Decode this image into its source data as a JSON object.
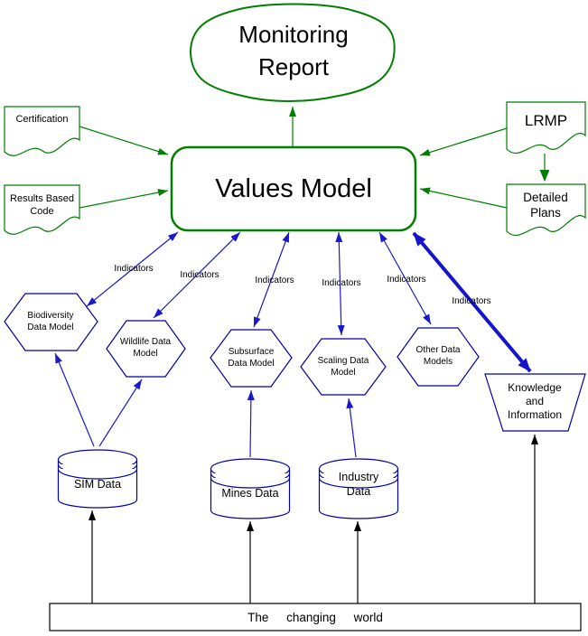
{
  "diagram_title": "Values Model monitoring flow diagram",
  "colors": {
    "flow_green": "#007F00",
    "arrow_blue": "#1A1ACC",
    "shape_outline_blue": "#0000A5",
    "line_black": "#000000",
    "background": "#ffffff"
  },
  "nodes": {
    "monitoring_report": {
      "label": "Monitoring Report",
      "shape": "terminator-cloud"
    },
    "values_model": {
      "label": "Values Model",
      "shape": "rounded-rectangle"
    },
    "certification": {
      "label": "Certification",
      "shape": "document"
    },
    "results_based_code": {
      "label": "Results Based Code",
      "shape": "document"
    },
    "lrmp": {
      "label": "LRMP",
      "shape": "document"
    },
    "detailed_plans": {
      "label": "Detailed Plans",
      "shape": "document"
    },
    "biodiversity_data_model": {
      "label": "Biodiversity Data Model",
      "shape": "hexagon"
    },
    "wildlife_data_model": {
      "label": "Wildlife Data Model",
      "shape": "hexagon"
    },
    "subsurface_data_model": {
      "label": "Subsurface Data Model",
      "shape": "hexagon"
    },
    "scaling_data_model": {
      "label": "Scaling Data Model",
      "shape": "hexagon"
    },
    "other_data_models": {
      "label": "Other Data Models",
      "shape": "hexagon"
    },
    "knowledge_information": {
      "label": "Knowledge and Information",
      "shape": "inverted-trapezoid"
    },
    "sim_data": {
      "label": "SIM Data",
      "shape": "cylinder"
    },
    "mines_data": {
      "label": "Mines Data",
      "shape": "cylinder"
    },
    "industry_data": {
      "label": "Industry Data",
      "shape": "cylinder"
    },
    "changing_world": {
      "label": "The changing world",
      "shape": "rectangle"
    }
  },
  "edges": {
    "indicator_1": {
      "label": "Indicators",
      "from": "values_model",
      "to": "biodiversity_data_model"
    },
    "indicator_2": {
      "label": "Indicators",
      "from": "values_model",
      "to": "wildlife_data_model"
    },
    "indicator_3": {
      "label": "Indicators",
      "from": "values_model",
      "to": "subsurface_data_model"
    },
    "indicator_4": {
      "label": "Indicators",
      "from": "values_model",
      "to": "scaling_data_model"
    },
    "indicator_5": {
      "label": "Indicators",
      "from": "values_model",
      "to": "other_data_models"
    },
    "indicator_6": {
      "label": "Indicators",
      "from": "values_model",
      "to": "knowledge_information"
    }
  }
}
